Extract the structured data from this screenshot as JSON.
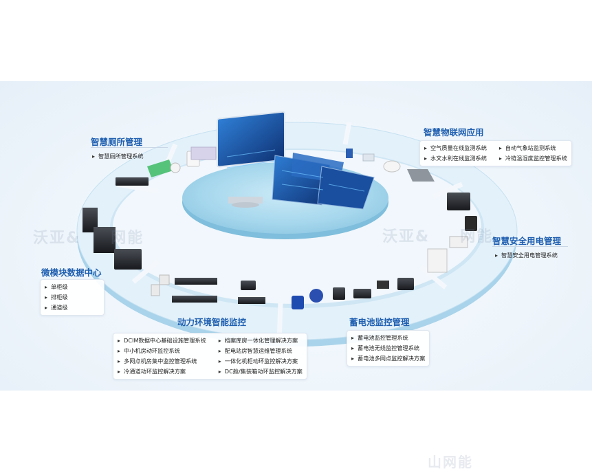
{
  "panels": {
    "toilet": {
      "title": "智慧厕所管理",
      "items": [
        "智慧厕所管理系统"
      ]
    },
    "iot": {
      "title": "智慧物联网应用",
      "items": [
        "空气质量在线监测系统",
        "自动气象站监测系统",
        "水文水利在线监测系统",
        "冷链温湿度监控管理系统"
      ]
    },
    "electric": {
      "title": "智慧安全用电管理",
      "items": [
        "智慧安全用电管理系统"
      ]
    },
    "micro": {
      "title": "微模块数据中心",
      "items": [
        "单柜级",
        "排柜级",
        "通道级"
      ]
    },
    "env": {
      "title": "动力环境智能监控",
      "items": [
        "DCIM数据中心基础设施管理系统",
        "档案库房一体化管理解决方案",
        "中小机房动环监控系统",
        "配电站房智慧运维管理系统",
        "多网点机房集中监控管理系统",
        "一体化机柜动环监控解决方案",
        "冷通道动环监控解决方案",
        "DC舱/集装箱动环监控解决方案"
      ]
    },
    "battery": {
      "title": "蓄电池监控管理",
      "items": [
        "蓄电池监控管理系统",
        "蓄电池无线监控管理系统",
        "蓄电池多网点监控解决方案"
      ]
    }
  },
  "watermark": {
    "mid": "沃亚&",
    "left_tail": "网能",
    "right_tail": "网能",
    "bottom": "山网能"
  },
  "colors": {
    "title": "#1f5fb0",
    "ring_top": "#d6ebf7",
    "ring_side": "#a9d3ea",
    "disc": "#a7d8ee",
    "screen": "#1c4f9e"
  }
}
